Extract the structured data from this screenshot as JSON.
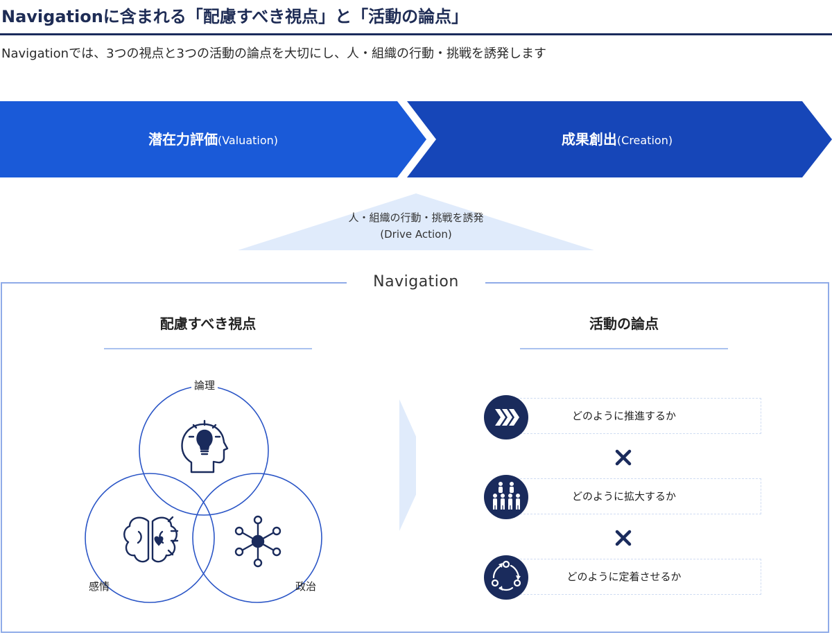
{
  "header": {
    "title": "Navigationに含まれる「配慮すべき視点」と「活動の論点」",
    "subtitle": "Navigationでは、3つの視点と3つの活動の論点を大切にし、人・組織の行動・挑戦を誘発します"
  },
  "banner": {
    "left": {
      "main": "潜在力評価",
      "en": "(Valuation)"
    },
    "right": {
      "main": "成果創出",
      "en": "(Creation)"
    }
  },
  "pyramid": {
    "line1": "人・組織の行動・挑戦を誘発",
    "line2": "(Drive Action)"
  },
  "navigation": {
    "label": "Navigation",
    "perspectives": {
      "heading": "配慮すべき視点",
      "items": [
        "論理",
        "感情",
        "政治"
      ]
    },
    "activities": {
      "heading": "活動の論点",
      "items": [
        "どのように推進するか",
        "どのように拡大するか",
        "どのように定着させるか"
      ],
      "icons": [
        "forward-chevrons-icon",
        "people-group-icon",
        "cycle-arrows-icon"
      ]
    }
  },
  "colors": {
    "banner_left": "#1a5ad8",
    "banner_right": "#1646b8",
    "navy": "#1a2b5c",
    "light_blue": "#e0ebfb",
    "circle": "#2a55c6",
    "frame": "#8fabe8"
  }
}
